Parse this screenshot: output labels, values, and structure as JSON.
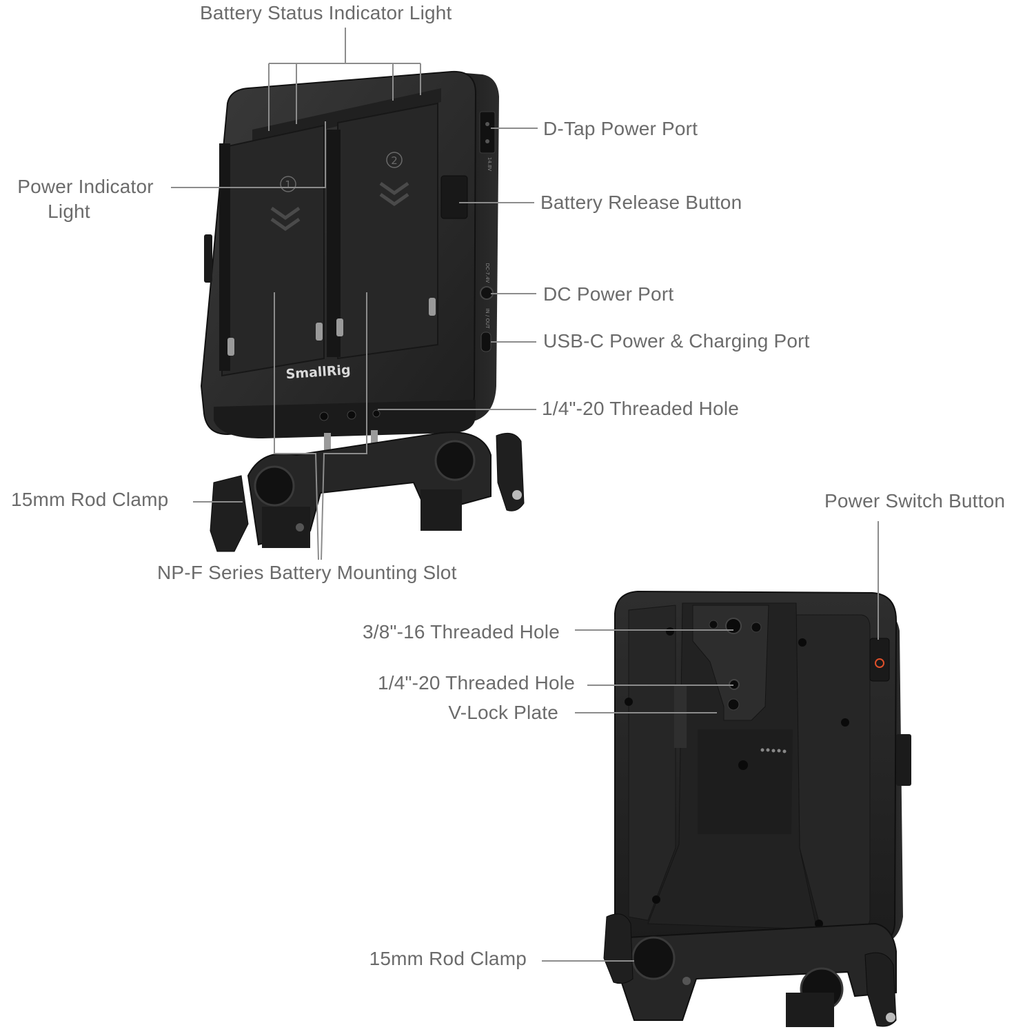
{
  "front_view": {
    "labels": {
      "battery_status": "Battery Status Indicator Light",
      "d_tap": "D-Tap Power Port",
      "power_indicator_line1": "Power Indicator",
      "power_indicator_line2": "Light",
      "battery_release": "Battery Release Button",
      "dc_power": "DC Power Port",
      "usb_c": "USB-C Power & Charging Port",
      "threaded_hole": "1/4\"-20 Threaded Hole",
      "rod_clamp": "15mm Rod Clamp",
      "np_f_slot": "NP-F Series Battery Mounting Slot"
    },
    "device": {
      "brand": "SmallRig",
      "slot_1": "1",
      "slot_2": "2",
      "port_mark_dtap": "14.8V",
      "port_mark_dc": "DC-7.4V",
      "port_mark_usb": "IN / OUT"
    }
  },
  "back_view": {
    "labels": {
      "power_switch": "Power Switch Button",
      "threaded_hole_38": "3/8\"-16 Threaded Hole",
      "threaded_hole_14": "1/4\"-20 Threaded Hole",
      "v_lock": "V-Lock Plate",
      "rod_clamp": "15mm Rod Clamp"
    }
  },
  "colors": {
    "label_text": "#6b6b6b",
    "leader_line": "#8c8c8c",
    "device_body": "#2a2a2a",
    "device_edge": "#151515",
    "power_switch_accent": "#e0502a"
  }
}
